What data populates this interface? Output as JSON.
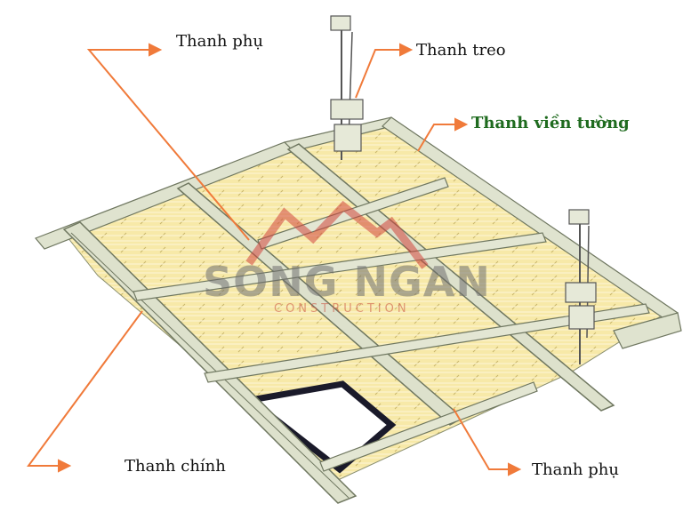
{
  "labels": {
    "thanh_phu_top": "Thanh phụ",
    "thanh_treo": "Thanh treo",
    "thanh_vien_tuong": "Thanh viền tường",
    "thanh_chinh": "Thanh chính",
    "thanh_phu_bottom": "Thanh phụ"
  },
  "watermark": {
    "title": "SONG NGAN",
    "subtitle": "CONSTRUCTION"
  },
  "colors": {
    "arrow": "#f07a3a",
    "panel": "#f7e9a8",
    "frame": "#d7dcc6",
    "frame_stroke": "#6f7760",
    "vien_tuong_label": "#1f6b1f"
  }
}
